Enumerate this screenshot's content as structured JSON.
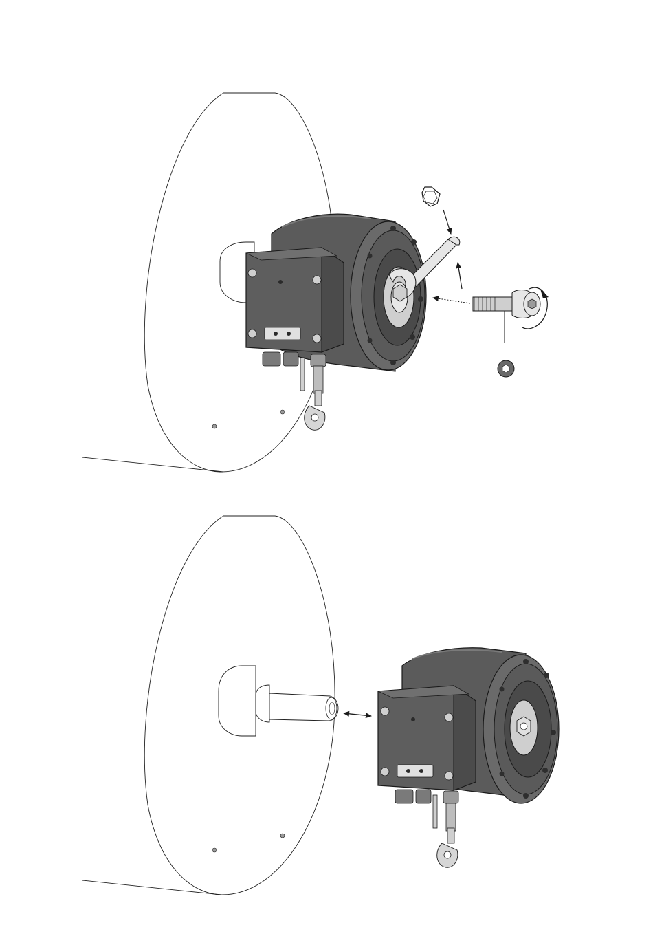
{
  "figure": {
    "steps": [
      {
        "id": "step-1",
        "tools": [
          "hex-nut-icon",
          "open-end-wrench-icon",
          "allen-key-icon",
          "socket-head-cap-screw-icon",
          "clockwise-rotation-icon"
        ],
        "device": "hollow-shaft-encoder"
      },
      {
        "id": "step-2",
        "tools": [
          "double-headed-arrow-icon"
        ],
        "device": "hollow-shaft-encoder"
      }
    ],
    "colors": {
      "housing": "#5b5b5b",
      "housing_dark": "#3c3c3c",
      "housing_light": "#7a7a7a",
      "outline": "#1a1a1a",
      "metal": "#d6d6d6",
      "background": "#ffffff"
    }
  }
}
